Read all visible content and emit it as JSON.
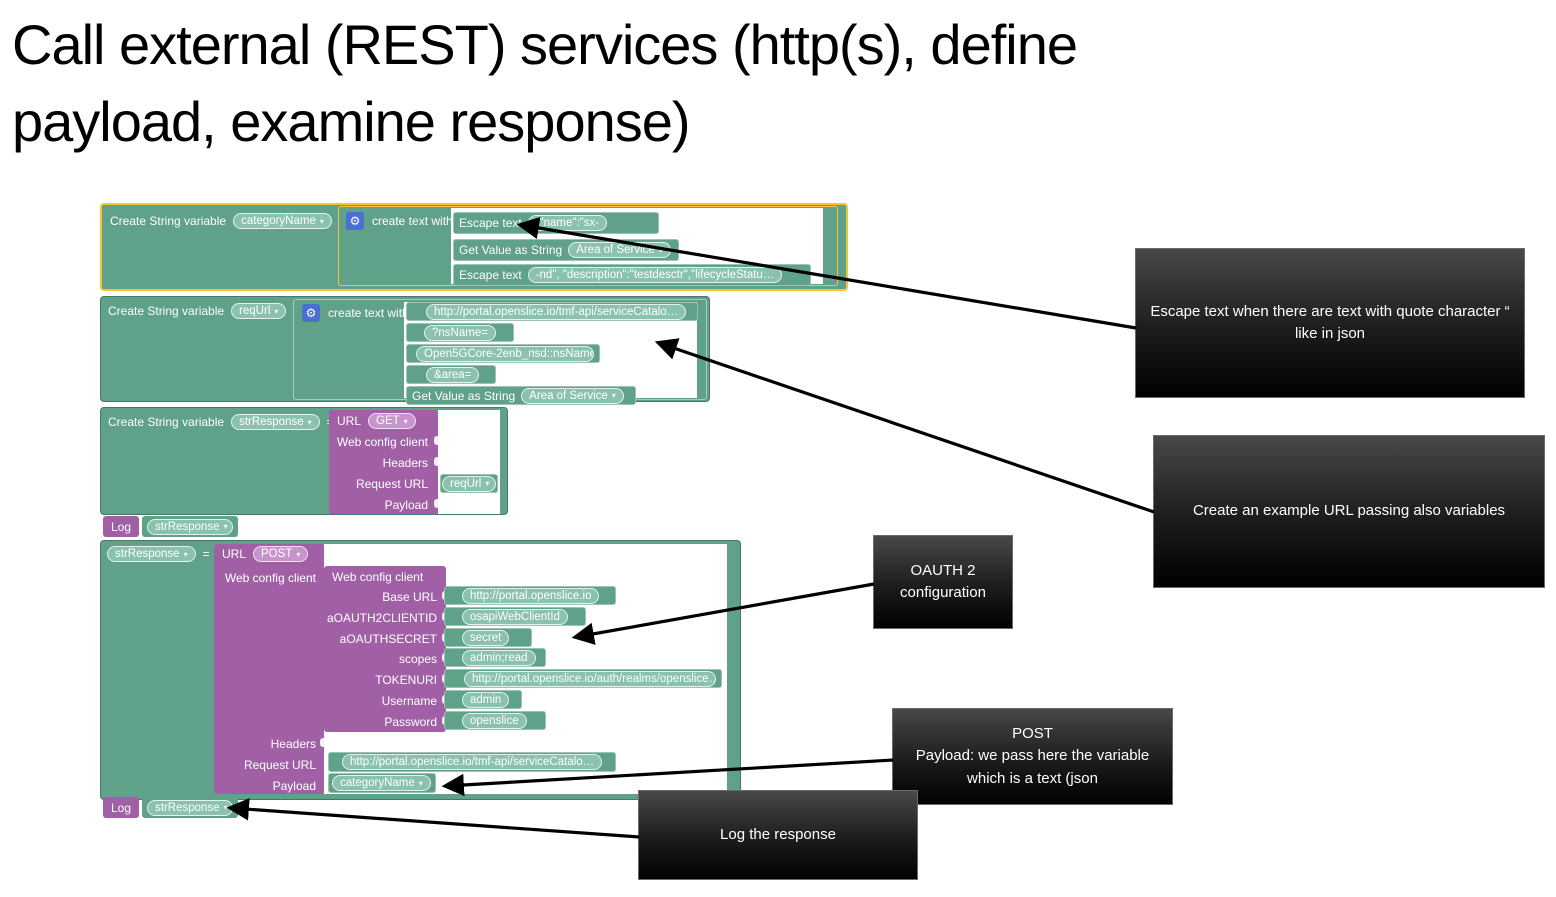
{
  "title": "Call external (REST) services (http(s), define payload, examine response)",
  "labels": {
    "create_string_variable": "Create String variable",
    "assign": "=",
    "create_text_with": "create text with"
  },
  "icons": {
    "gear": "⚙",
    "dropdown": "▾"
  },
  "colors": {
    "teal": "#5fa189",
    "purple": "#a160a6",
    "selection": "#f5c431",
    "callout_bg": "#000000"
  },
  "blocks": {
    "b1": {
      "var": "categoryName",
      "rows": [
        {
          "label": "Escape text",
          "value": "{\"name\":\"sx-"
        },
        {
          "label": "Get Value as String",
          "value": "Area of Service"
        },
        {
          "label": "Escape text",
          "value": "-nd\", \"description\":\"testdesctr\",\"lifecycleStatu…"
        }
      ]
    },
    "b2": {
      "var": "reqUrl",
      "items": [
        "http://portal.openslice.io/tmf-api/serviceCatalo…",
        "?nsName=",
        "Open5GCore-2enb_nsd::nsName",
        "&area="
      ],
      "getter": {
        "label": "Get Value as String",
        "value": "Area of Service"
      }
    },
    "b3": {
      "var": "strResponse",
      "url_label": "URL",
      "method": "GET",
      "field_web": "Web config client",
      "field_headers": "Headers",
      "field_request_url": "Request URL",
      "field_payload": "Payload",
      "request_url_value": "reqUrl"
    },
    "log": {
      "label": "Log",
      "value": "strResponse"
    },
    "b4": {
      "var": "strResponse",
      "url_label": "URL",
      "method": "POST",
      "field_web": "Web config client",
      "field_headers": "Headers",
      "field_request_url": "Request URL",
      "field_payload": "Payload",
      "config": {
        "header": "Web config client",
        "fields": [
          {
            "label": "Base URL",
            "value": "http://portal.openslice.io"
          },
          {
            "label": "aOAUTH2CLIENTID",
            "value": "osapiWebClientId"
          },
          {
            "label": "aOAUTHSECRET",
            "value": "secret"
          },
          {
            "label": "scopes",
            "value": "admin;read"
          },
          {
            "label": "TOKENURI",
            "value": "http://portal.openslice.io/auth/realms/openslice…"
          },
          {
            "label": "Username",
            "value": "admin"
          },
          {
            "label": "Password",
            "value": "openslice"
          }
        ]
      },
      "request_url_value": "http://portal.openslice.io/tmf-api/serviceCatalo…",
      "payload_value": "categoryName"
    }
  },
  "callouts": {
    "escape": "Escape text when there are text with quote character “ like in json",
    "url": "Create an example URL passing also variables",
    "oauth": "OAUTH 2\nconfiguration",
    "post": "POST\nPayload: we pass here the variable which is a text (json",
    "log": "Log the response"
  }
}
